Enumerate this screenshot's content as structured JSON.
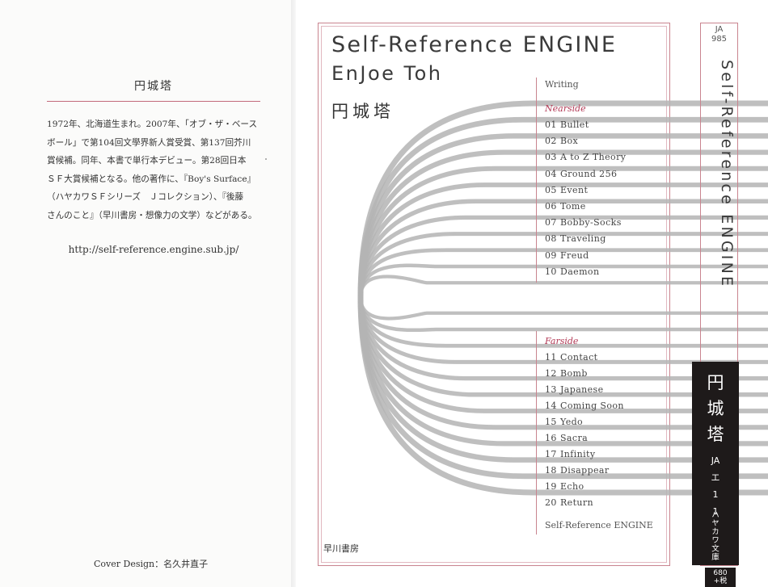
{
  "flap": {
    "author": "円城塔",
    "bio_lines": [
      "1972年、北海道生まれ。2007年、「オブ・ザ・ベース",
      "ボール」で第104回文學界新人賞受賞、第137回芥川",
      "賞候補。同年、本書で単行本デビュー。第28回日本",
      "ＳＦ大賞候補となる。他の著作に、『Boy's Surface』",
      "（ハヤカワＳＦシリーズ　Ｊコレクション）、『後藤",
      "さんのこと』（早川書房・想像力の文学）などがある。"
    ],
    "url": "http://self-reference.engine.sub.jp/",
    "cover_design": "Cover Design：名久井直子"
  },
  "cover": {
    "title": "Self-Reference ENGINE",
    "author_en": "EnJoe Toh",
    "author_jp": "円城塔",
    "toc_label": "Writing",
    "nearside": {
      "label": "Nearside",
      "items": [
        {
          "num": "01",
          "title": "Bullet"
        },
        {
          "num": "02",
          "title": "Box"
        },
        {
          "num": "03",
          "title": "A to Z Theory"
        },
        {
          "num": "04",
          "title": "Ground 256"
        },
        {
          "num": "05",
          "title": "Event"
        },
        {
          "num": "06",
          "title": "Tome"
        },
        {
          "num": "07",
          "title": "Bobby-Socks"
        },
        {
          "num": "08",
          "title": "Traveling"
        },
        {
          "num": "09",
          "title": "Freud"
        },
        {
          "num": "10",
          "title": "Daemon"
        }
      ]
    },
    "farside": {
      "label": "Farside",
      "items": [
        {
          "num": "11",
          "title": "Contact"
        },
        {
          "num": "12",
          "title": "Bomb"
        },
        {
          "num": "13",
          "title": "Japanese"
        },
        {
          "num": "14",
          "title": "Coming Soon"
        },
        {
          "num": "15",
          "title": "Yedo"
        },
        {
          "num": "16",
          "title": "Sacra"
        },
        {
          "num": "17",
          "title": "Infinity"
        },
        {
          "num": "18",
          "title": "Disappear"
        },
        {
          "num": "19",
          "title": "Echo"
        },
        {
          "num": "20",
          "title": "Return"
        }
      ]
    },
    "toc_footer": "Self-Reference ENGINE",
    "publisher": "早川書房"
  },
  "spine": {
    "code_line1": "JA",
    "code_line2": "985",
    "title": "Self-Reference ENGINE",
    "author_chars": [
      "円",
      "城",
      "塔"
    ],
    "series_chars": [
      "JA",
      "エ",
      "1",
      "1"
    ],
    "imprint": "ハヤカワ文庫",
    "price_line1": "680",
    "price_line2": "+税"
  },
  "colors": {
    "accent": "#c9848f",
    "stripe": "#b4b4b4",
    "spine_band": "#1e1a1a"
  }
}
